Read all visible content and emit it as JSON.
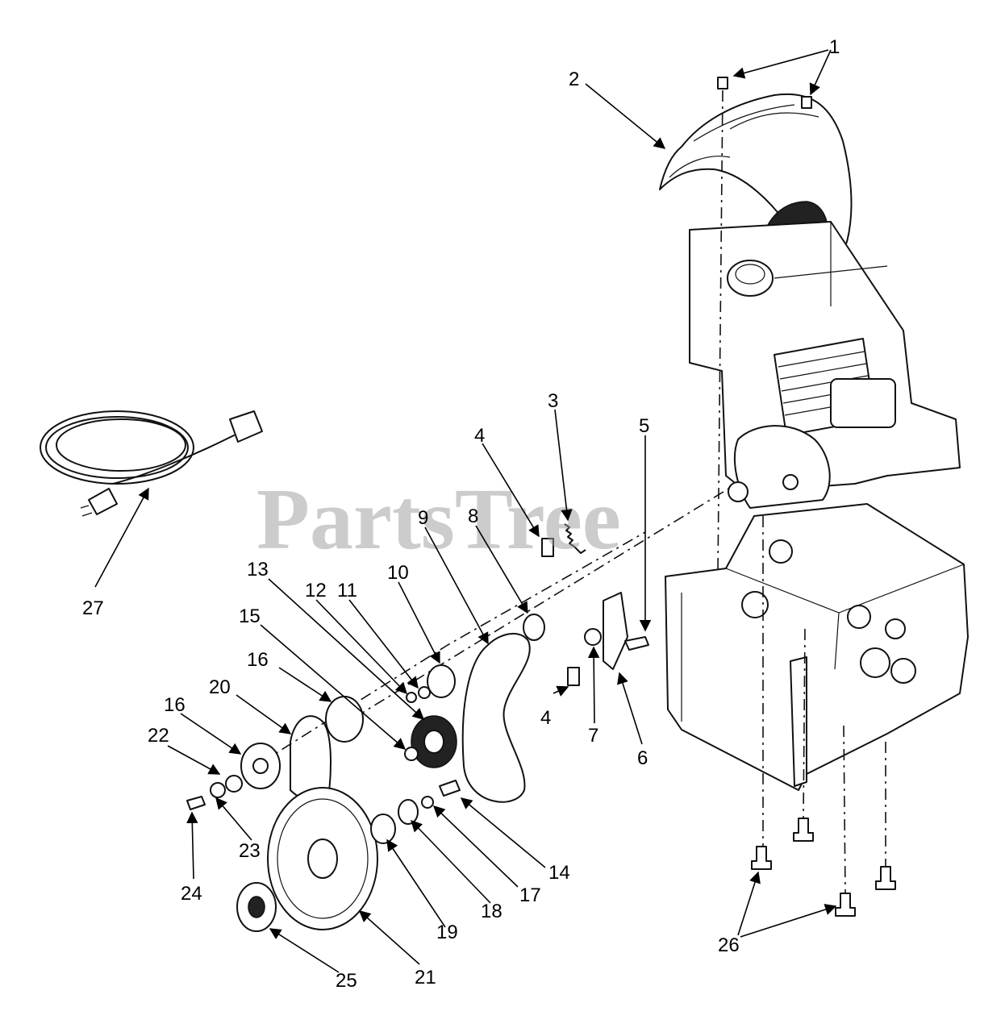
{
  "watermark": "PartsTree",
  "callouts": [
    "1",
    "2",
    "3",
    "4",
    "4",
    "5",
    "6",
    "7",
    "8",
    "9",
    "10",
    "11",
    "12",
    "13",
    "14",
    "15",
    "16",
    "16",
    "17",
    "18",
    "19",
    "20",
    "21",
    "22",
    "23",
    "24",
    "25",
    "26",
    "27"
  ],
  "colors": {
    "ink": "#000000",
    "watermark": "#9a9a9a",
    "background": "#ffffff"
  }
}
